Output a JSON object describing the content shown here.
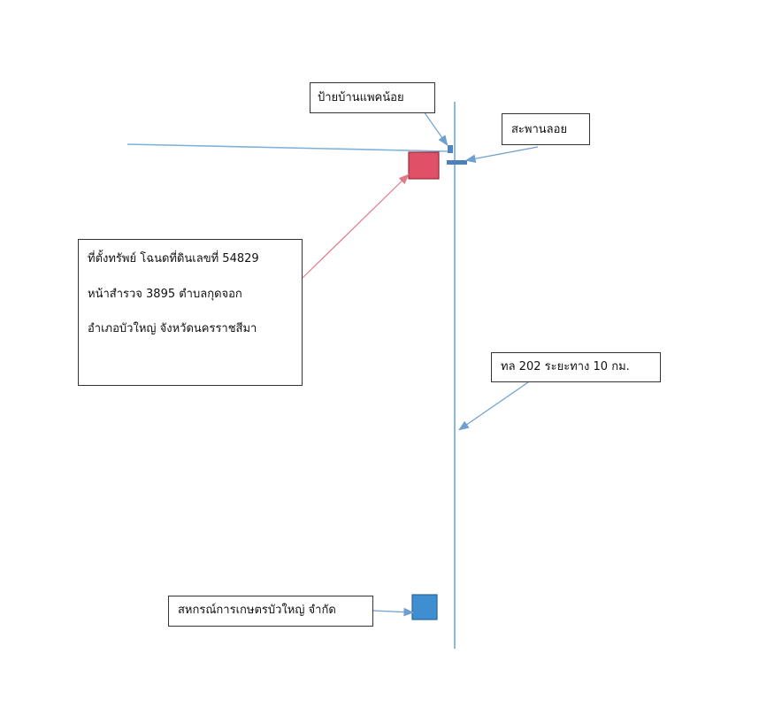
{
  "labels": {
    "village_sign": "ป้ายบ้านแพคน้อย",
    "pontoon_bridge": "สะพานลอย",
    "property": {
      "line1": "ที่ตั้งทรัพย์ โฉนดที่ดินเลขที่ 54829",
      "line2": "หน้าสำรวจ 3895 ตำบลกุดจอก",
      "line3": "อำเภอบัวใหญ่ จังหวัดนครราชสีมา"
    },
    "road": "ทล 202 ระยะทาง 10 กม.",
    "cooperative": "สหกรณ์การเกษตรบัวใหญ่ จำกัด"
  },
  "colors": {
    "road_line": "#7fb1db",
    "callout_arrow": "#6f9fcf",
    "property_arrow": "#e07a8a",
    "property_marker": "#e05168",
    "sign_marker": "#4d84bc",
    "bridge_marker": "#4f7fb7",
    "coop_marker": "#3f8fd0",
    "border": "#333333"
  }
}
